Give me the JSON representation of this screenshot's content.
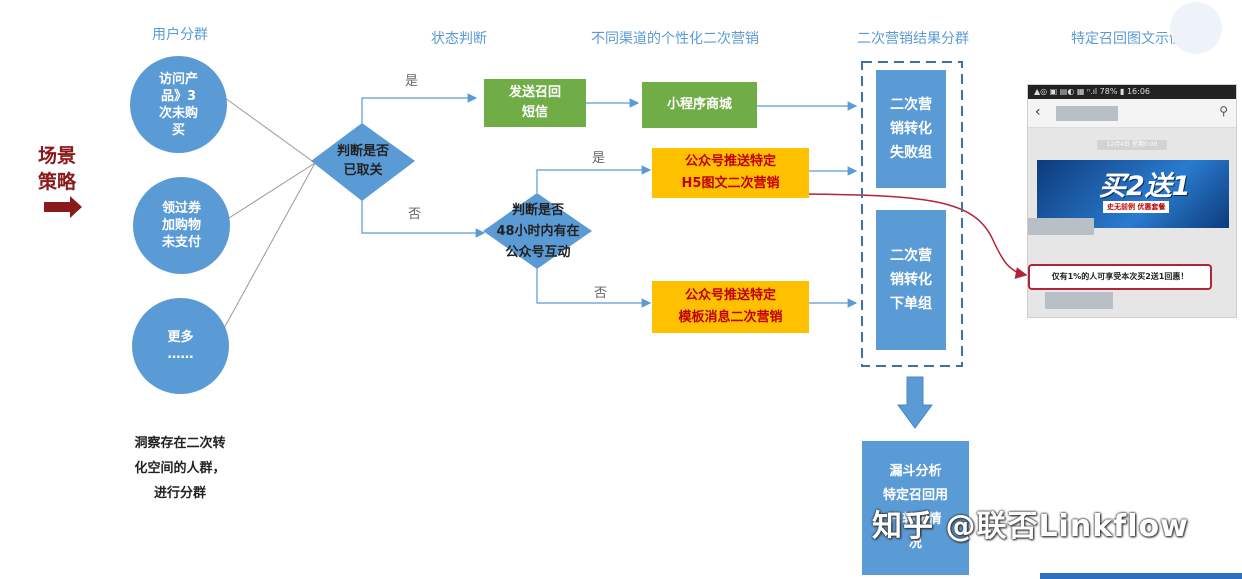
{
  "headers": {
    "user_group": "用户分群",
    "status": "状态判断",
    "channels": "不同渠道的个性化二次营销",
    "result_group": "二次营销结果分群",
    "example": "特定召回图文示例"
  },
  "scene": {
    "label": "场景\n策略"
  },
  "groups": [
    {
      "text": "访问产\n品》3\n次未购\n买"
    },
    {
      "text": "领过券\n加购物\n未支付"
    },
    {
      "text": "更多\n……"
    }
  ],
  "insight": "洞察存在二次转\n化空间的人群，\n进行分群",
  "decision1": "判断是否\n已取关",
  "decision2": "判断是否\n48小时内有在\n公众号互动",
  "yes": "是",
  "no": "否",
  "send_sms": "发送召回\n短信",
  "mini_program": "小程序商城",
  "h5": "公众号推送特定\nH5图文二次营销",
  "template": "公众号推送特定\n模板消息二次营销",
  "fail_group": "二次营\n销转化\n失败组",
  "order_group": "二次营\n销转化\n下单组",
  "funnel": "漏斗分析\n特定召回用\n户转化情\n况",
  "phone": {
    "status_bar": "▲◎ ▣      ▤◐ ▦ ⁿ.ıl 78% ▮ 16:06",
    "timestamp": "12月4日 星期0:00",
    "banner_text": "买2送1",
    "banner_sub": "史无前例 优惠套餐",
    "highlight": "仅有1%的人可享受本次买2送1回惠！"
  },
  "watermark": "知乎 @联否Linkflow",
  "colors": {
    "blue": "#5b9bd5",
    "green": "#70ad47",
    "yellow": "#ffc000",
    "red": "#c00000"
  }
}
